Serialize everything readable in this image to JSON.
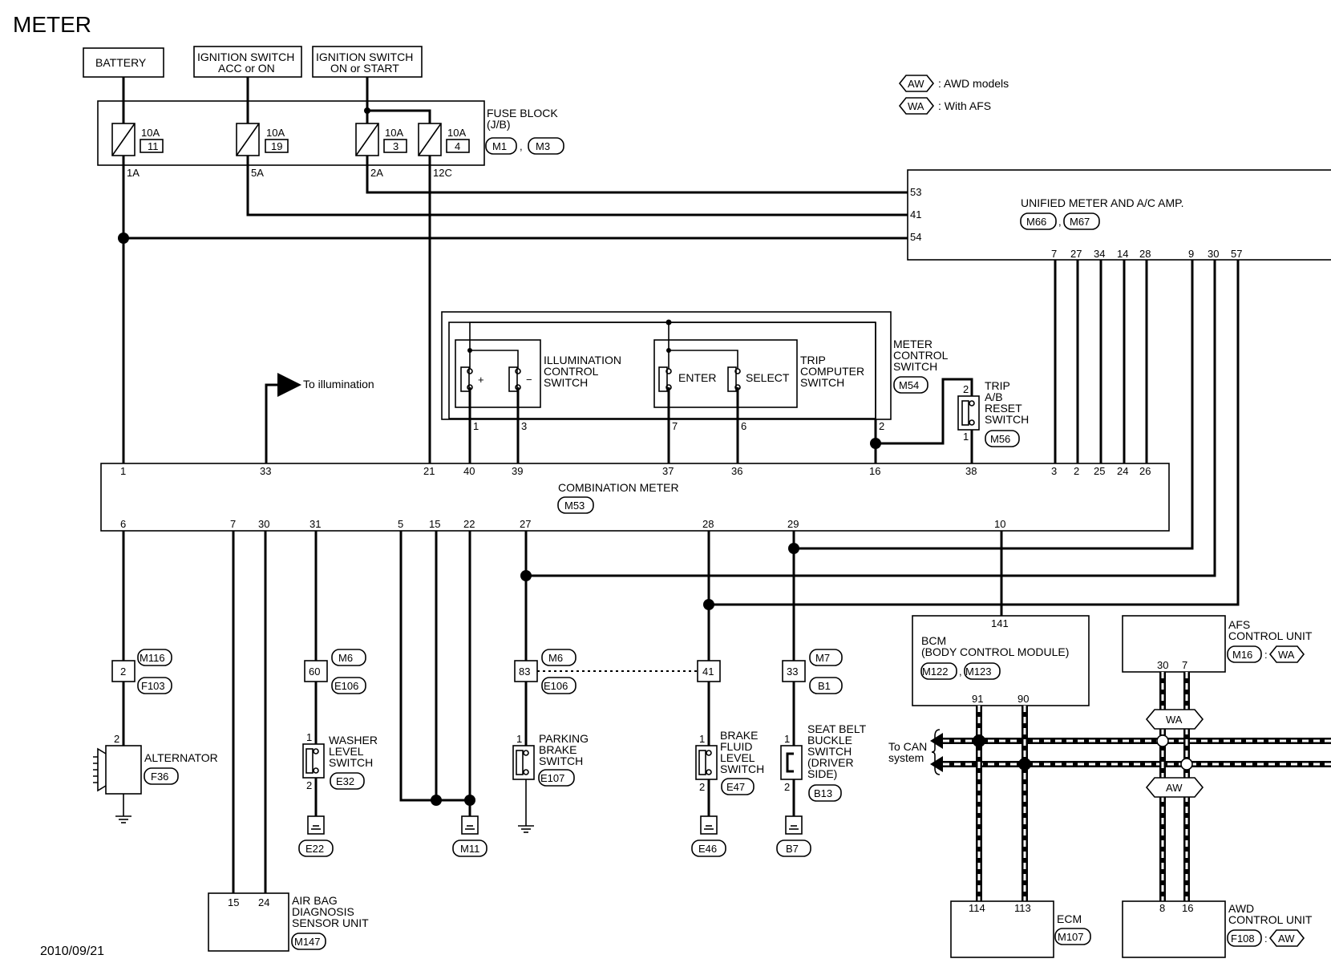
{
  "title": "METER",
  "date": "2010/09/21",
  "legend": [
    {
      "tag": "AW",
      "text": ": AWD models"
    },
    {
      "tag": "WA",
      "text": ": With AFS"
    }
  ],
  "sources": {
    "battery": "BATTERY",
    "ign_acc_1": "IGNITION SWITCH",
    "ign_acc_2": "ACC or ON",
    "ign_start_1": "IGNITION SWITCH",
    "ign_start_2": "ON or START"
  },
  "fuse_block": {
    "title_1": "FUSE BLOCK",
    "title_2": "(J/B)",
    "conn_a": "M1",
    "conn_b": "M3",
    "fuses": [
      {
        "amp": "10A",
        "num": "11",
        "term": "1A"
      },
      {
        "amp": "10A",
        "num": "19",
        "term": "5A"
      },
      {
        "amp": "10A",
        "num": "3",
        "term": "2A"
      },
      {
        "amp": "10A",
        "num": "4",
        "term": "12C"
      }
    ]
  },
  "unified_meter": {
    "title": "UNIFIED METER AND A/C AMP.",
    "conn_a": "M66",
    "conn_b": "M67",
    "left_pins": [
      "53",
      "41",
      "54"
    ],
    "bottom_pins": [
      "7",
      "27",
      "34",
      "14",
      "28",
      "9",
      "30",
      "57"
    ]
  },
  "meter_control": {
    "title": [
      "METER",
      "CONTROL",
      "SWITCH"
    ],
    "conn": "M54",
    "illum": [
      "ILLUMINATION",
      "CONTROL",
      "SWITCH"
    ],
    "trip": [
      "TRIP",
      "COMPUTER",
      "SWITCH"
    ],
    "plus": "+",
    "minus": "−",
    "enter": "ENTER",
    "select": "SELECT",
    "pins": [
      "1",
      "3",
      "7",
      "6",
      "2"
    ]
  },
  "trip_reset": {
    "title": [
      "TRIP",
      "A/B",
      "RESET",
      "SWITCH"
    ],
    "conn": "M56",
    "pin_top": "2",
    "pin_bottom": "1"
  },
  "to_illumination": "To illumination",
  "combination_meter": {
    "title": "COMBINATION METER",
    "conn": "M53",
    "top_pins": [
      "1",
      "33",
      "21",
      "40",
      "39",
      "37",
      "36",
      "16",
      "38",
      "3",
      "2",
      "25",
      "24",
      "26"
    ],
    "bottom_pins": [
      "6",
      "7",
      "30",
      "31",
      "5",
      "15",
      "22",
      "27",
      "28",
      "29",
      "10"
    ]
  },
  "alternator": {
    "name": "ALTERNATOR",
    "conn": "F36",
    "pin": "2",
    "jc_pin": "2",
    "jc_a": "M116",
    "jc_b": "F103"
  },
  "airbag": {
    "title": [
      "AIR BAG",
      "DIAGNOSIS",
      "SENSOR UNIT"
    ],
    "conn": "M147",
    "pins": [
      "15",
      "24"
    ]
  },
  "washer": {
    "title": [
      "WASHER",
      "LEVEL",
      "SWITCH"
    ],
    "conn": "E32",
    "jc_pin": "60",
    "jc_a": "M6",
    "jc_b": "E106",
    "pin_top": "1",
    "pin_bottom": "2",
    "ground": "E22"
  },
  "ground_m11": "M11",
  "parking": {
    "title": [
      "PARKING",
      "BRAKE",
      "SWITCH"
    ],
    "conn": "E107",
    "jc_pin": "83",
    "jc_a": "M6",
    "jc_b": "E106",
    "pin_top": "1"
  },
  "brake_fluid": {
    "title": [
      "BRAKE",
      "FLUID",
      "LEVEL",
      "SWITCH"
    ],
    "conn": "E47",
    "jc_pin": "41",
    "pin_top": "1",
    "pin_bottom": "2",
    "ground": "E46"
  },
  "seat_belt": {
    "title": [
      "SEAT BELT",
      "BUCKLE",
      "SWITCH",
      "(DRIVER",
      "SIDE)"
    ],
    "conn": "B13",
    "jc_pin": "33",
    "jc_a": "M7",
    "jc_b": "B1",
    "pin_top": "1",
    "pin_bottom": "2",
    "ground": "B7"
  },
  "bcm": {
    "title": [
      "BCM",
      "(BODY CONTROL MODULE)"
    ],
    "conn_a": "M122",
    "conn_b": "M123",
    "pin_top": "141",
    "pins": [
      "91",
      "90"
    ]
  },
  "afs": {
    "title": [
      "AFS",
      "CONTROL UNIT"
    ],
    "conn": "M16",
    "tag": "WA",
    "pins": [
      "30",
      "7"
    ]
  },
  "can": {
    "label": [
      "To CAN",
      "system"
    ],
    "tag_wa": "WA",
    "tag_aw": "AW"
  },
  "ecm": {
    "title": "ECM",
    "conn": "M107",
    "pins": [
      "114",
      "113"
    ]
  },
  "awd": {
    "title": [
      "AWD",
      "CONTROL UNIT"
    ],
    "conn": "F108",
    "tag": "AW",
    "pins": [
      "8",
      "16"
    ]
  }
}
